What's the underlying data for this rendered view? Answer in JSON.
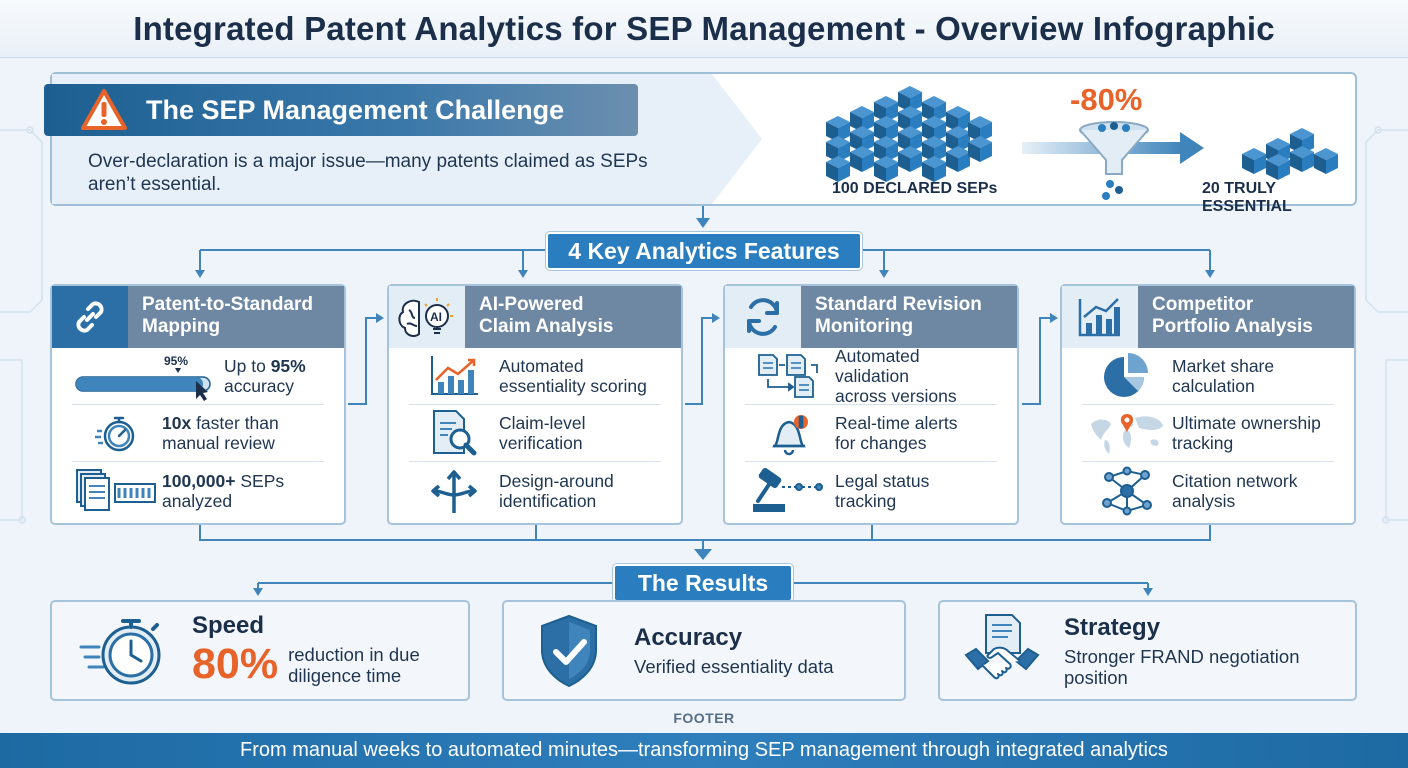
{
  "title": "Integrated Patent Analytics for SEP Management - Overview Infographic",
  "challenge": {
    "heading": "The SEP Management Challenge",
    "text": "Over-declaration is a major issue—many patents claimed as SEPs aren’t essential.",
    "reduction": "-80%",
    "declared_label": "100 DECLARED SEPs",
    "essential_label": "20 TRULY ESSENTIAL",
    "icon": "warning-triangle-icon"
  },
  "features_label": "4 Key Analytics Features",
  "features": [
    {
      "title": [
        "Patent-to-Standard",
        "Mapping"
      ],
      "icon": "link-icon",
      "rows": [
        {
          "icon": "accuracy-bar-icon",
          "bar_label": "95%",
          "bar_fill": 0.95,
          "lines": [
            "Up to 95%",
            "accuracy"
          ],
          "bold": "95%"
        },
        {
          "icon": "stopwatch-icon",
          "lines": [
            "10x faster than",
            "manual review"
          ],
          "bold": "10x"
        },
        {
          "icon": "documents-icon",
          "lines": [
            "100,000+ SEPs",
            "analyzed"
          ],
          "bold": "100,000+"
        }
      ]
    },
    {
      "title": [
        "AI-Powered",
        "Claim Analysis"
      ],
      "icon": "ai-brain-icon",
      "rows": [
        {
          "icon": "trend-chart-icon",
          "lines": [
            "Automated",
            "essentiality scoring"
          ]
        },
        {
          "icon": "document-search-icon",
          "lines": [
            "Claim-level",
            "verification"
          ]
        },
        {
          "icon": "split-arrows-icon",
          "lines": [
            "Design-around",
            "identification"
          ]
        }
      ]
    },
    {
      "title": [
        "Standard Revision",
        "Monitoring"
      ],
      "icon": "refresh-icon",
      "rows": [
        {
          "icon": "document-compare-icon",
          "lines": [
            "Automated validation",
            "across versions"
          ]
        },
        {
          "icon": "bell-alert-icon",
          "lines": [
            "Real-time alerts",
            "for changes"
          ]
        },
        {
          "icon": "gavel-icon",
          "lines": [
            "Legal status",
            "tracking"
          ]
        }
      ]
    },
    {
      "title": [
        "Competitor",
        "Portfolio Analysis"
      ],
      "icon": "bar-chart-icon",
      "rows": [
        {
          "icon": "pie-chart-icon",
          "lines": [
            "Market share",
            "calculation"
          ]
        },
        {
          "icon": "world-map-pin-icon",
          "lines": [
            "Ultimate ownership",
            "tracking"
          ]
        },
        {
          "icon": "network-icon",
          "lines": [
            "Citation network",
            "analysis"
          ]
        }
      ]
    }
  ],
  "results_label": "The Results",
  "results": [
    {
      "title": "Speed",
      "value": "80%",
      "lines": [
        "reduction in due",
        "diligence time"
      ],
      "icon": "speed-stopwatch-icon"
    },
    {
      "title": "Accuracy",
      "lines": [
        "Verified essentiality data"
      ],
      "icon": "shield-check-icon"
    },
    {
      "title": "Strategy",
      "lines": [
        "Stronger FRAND negotiation",
        "position"
      ],
      "icon": "handshake-document-icon"
    }
  ],
  "footer_tag": "FOOTER",
  "footer_text": "From manual weeks to automated minutes—transforming SEP management through integrated analytics",
  "colors": {
    "accent": "#2a7ec0",
    "navy": "#1b2f4a",
    "orange": "#e8632a",
    "card_border": "#a6c3dc"
  }
}
